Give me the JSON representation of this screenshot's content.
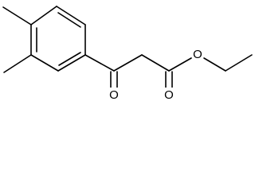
{
  "molecule": {
    "atoms": {
      "ketone_oxygen": "O",
      "ester_carbonyl_oxygen": "O",
      "ester_ether_oxygen": "O"
    },
    "colors": {
      "bond": "#000000",
      "label": "#000000",
      "background": "#ffffff"
    }
  }
}
